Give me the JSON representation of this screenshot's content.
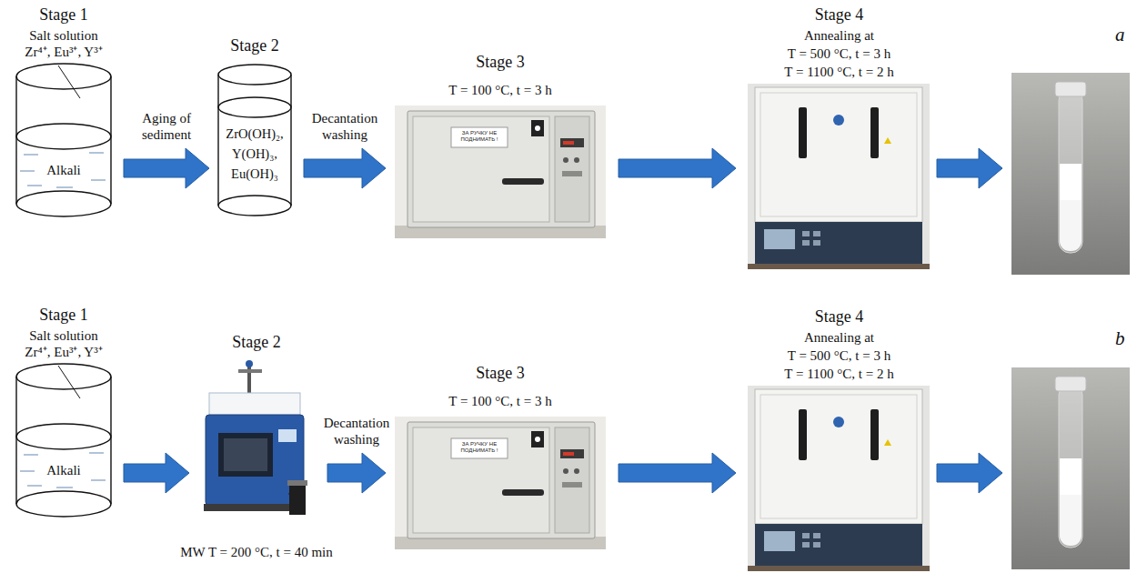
{
  "diagram": {
    "nodes": [
      {
        "text": [
          "Stage 1",
          "Salt solution",
          "Zr⁴⁺, Eu³⁺, Y³⁺",
          "Alkali"
        ]
      },
      {
        "text": [
          "Stage 2",
          "ZrO(OH)₂, Y(OH)₃, Eu(OH)₃"
        ]
      },
      {
        "text": [
          "Stage 3",
          "T = 100 °C, t = 3 h"
        ]
      },
      {
        "text": [
          "Stage 4",
          "Annealing at",
          "T = 500 °C, t = 3 h",
          "T = 1100 °C, t = 2 h"
        ]
      },
      {
        "text": [
          "Stage 1",
          "Salt solution",
          "Zr⁴⁺, Eu³⁺, Y³⁺",
          "Alkali"
        ]
      },
      {
        "text": [
          "Stage 2",
          "MW T = 200 °C, t = 40 min"
        ]
      },
      {
        "text": [
          "Stage 3",
          "T = 100 °C, t = 3 h"
        ]
      },
      {
        "text": [
          "Stage 4",
          "Annealing at",
          "T = 500 °C, t = 3 h",
          "T = 1100 °C, t = 2 h"
        ]
      }
    ],
    "edges": [
      {
        "from": 0,
        "to": 1,
        "label": "Aging of sediment",
        "arrow": "to"
      },
      {
        "from": 1,
        "to": 2,
        "label": "Decantation washing",
        "arrow": "to"
      },
      {
        "from": 2,
        "to": 3,
        "arrow": "to"
      },
      {
        "from": 4,
        "to": 5,
        "arrow": "to"
      },
      {
        "from": 5,
        "to": 6,
        "label": "Decantation washing",
        "arrow": "to"
      },
      {
        "from": 6,
        "to": 7,
        "arrow": "to"
      }
    ],
    "labels": [
      "a",
      "b",
      "ЗА РУЧКУ НЕ ПОДНИМАТЬ !",
      "ЗА РУЧКУ НЕ ПОДНИМАТЬ !"
    ]
  }
}
